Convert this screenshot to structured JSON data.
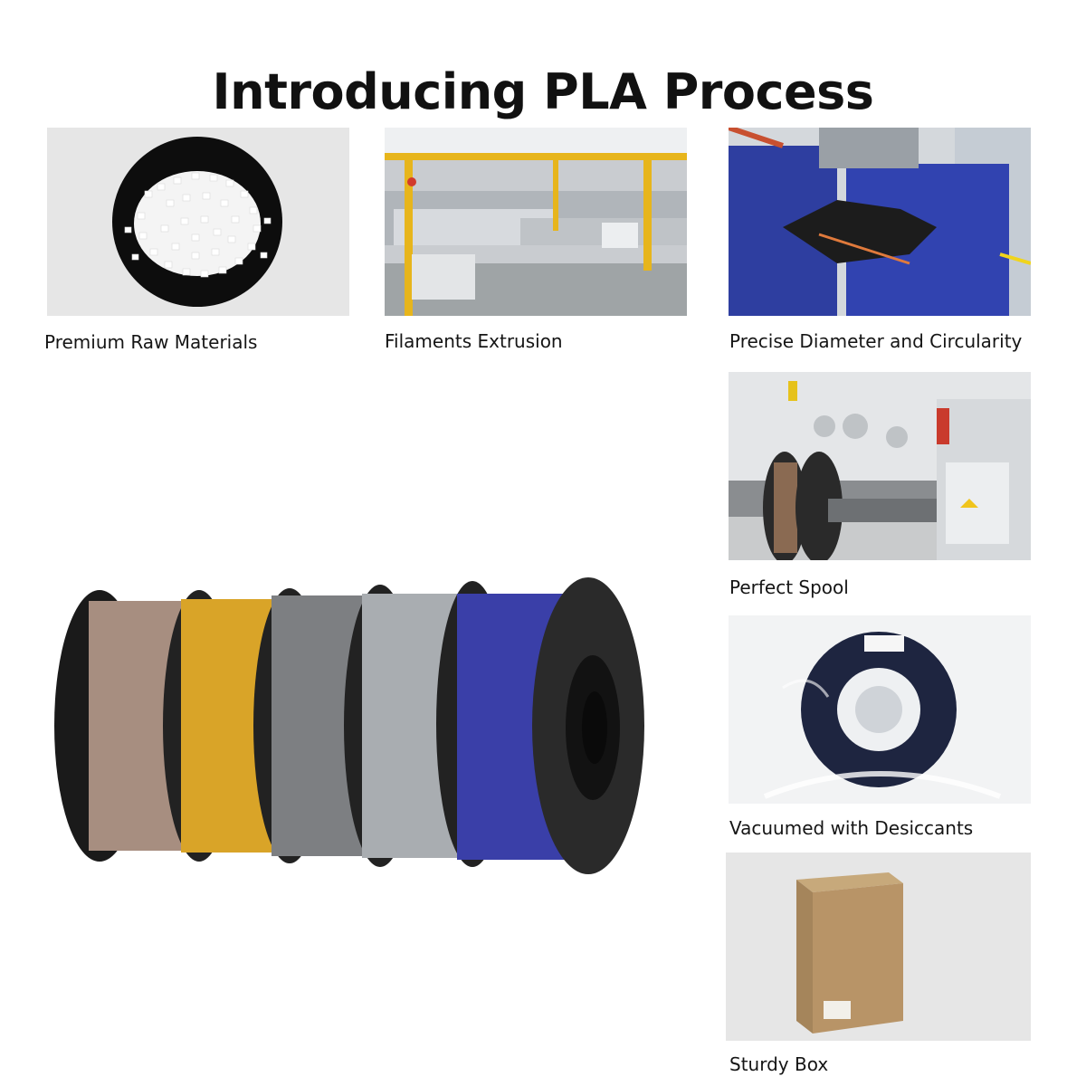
{
  "page": {
    "title": "Introducing PLA Process"
  },
  "steps": [
    {
      "caption": "Premium Raw Materials",
      "icon": "pellets-photo"
    },
    {
      "caption": "Filaments Extrusion",
      "icon": "factory-line-photo"
    },
    {
      "caption": "Precise Diameter and Circularity",
      "icon": "measuring-machine-photo"
    },
    {
      "caption": "Perfect Spool",
      "icon": "winding-machine-photo"
    },
    {
      "caption": "Vacuumed with Desiccants",
      "icon": "vacuum-bag-photo"
    },
    {
      "caption": "Sturdy Box",
      "icon": "cardboard-box-photo"
    }
  ],
  "product": {
    "icon": "filament-spools-photo",
    "spool_colors": [
      "#a78e80",
      "#d9a428",
      "#7d7f82",
      "#a9adb1",
      "#3a3fa8"
    ]
  }
}
